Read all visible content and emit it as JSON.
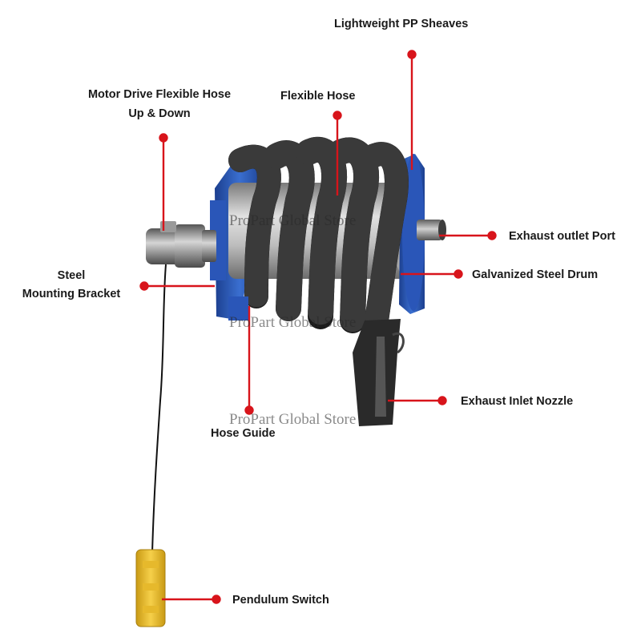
{
  "labels": {
    "sheaves": "Lightweight PP Sheaves",
    "motor_line1": "Motor Drive Flexible Hose",
    "motor_line2": "Up & Down",
    "flexible_hose": "Flexible Hose",
    "outlet_port": "Exhaust outlet Port",
    "bracket_line1": "Steel",
    "bracket_line2": "Mounting Bracket",
    "drum": "Galvanized Steel Drum",
    "nozzle": "Exhaust Inlet Nozzle",
    "hose_guide": "Hose Guide",
    "pendulum_switch": "Pendulum Switch"
  },
  "watermark": "ProPart Global Store",
  "colors": {
    "leader": "#d8141b",
    "reel_flange": "#2a56b8",
    "hose": "#1b1b1b",
    "switch": "#f1c232",
    "drum_steel": "#b8b8b8"
  }
}
